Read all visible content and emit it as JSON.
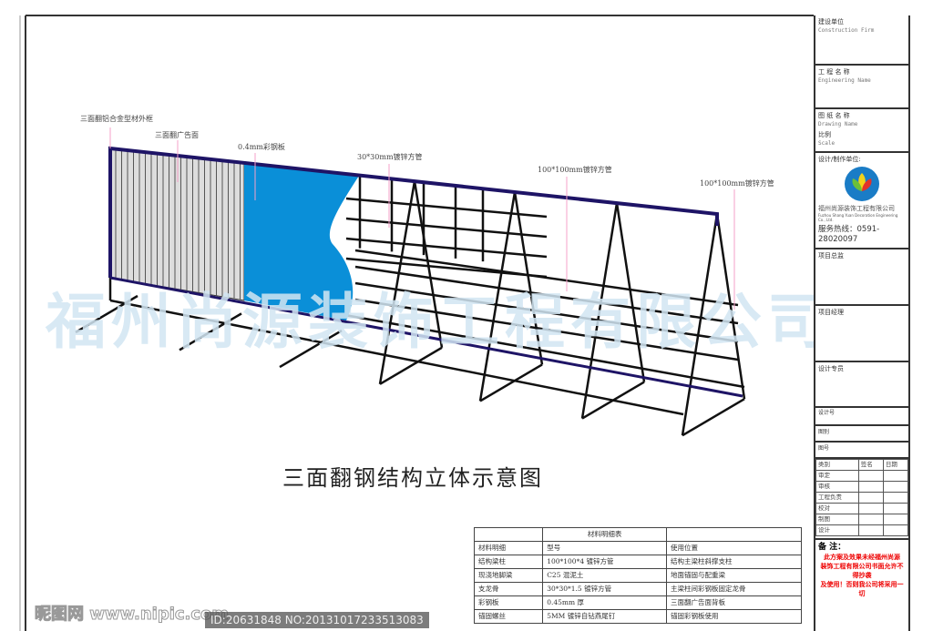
{
  "labels": {
    "frame": "三面翻铝合金型材外框",
    "face": "三面翻广告面",
    "steel_sheet": "0.4mm彩钢板",
    "tube30": "30*30mm镀锌方管",
    "tube100a": "100*100mm镀锌方管",
    "tube100b": "100*100mm镀锌方管"
  },
  "title": "三面翻钢结构立体示意图",
  "watermark": "福州尚源装饰工程有限公司",
  "table": {
    "caption": "材料明细表",
    "header": [
      "材料明细",
      "型号",
      "使用位置"
    ],
    "rows": [
      [
        "结构梁柱",
        "100*100*4 镀锌方管",
        "结构主梁柱斜撑支柱"
      ],
      [
        "现浇地脚梁",
        "C25 混泥土",
        "地面锚固与配重梁"
      ],
      [
        "支龙骨",
        "30*30*1.5 镀锌方管",
        "主梁柱间彩钢板固定龙骨"
      ],
      [
        "彩钢板",
        "0.45mm 厚",
        "三面翻广告面背板"
      ],
      [
        "锚固螺丝",
        "5MM 镀锌自钻燕尾钉",
        "锚固彩钢板使用"
      ]
    ]
  },
  "panel": {
    "construction_firm": "建设单位",
    "construction_firm_en": "Construction Firm",
    "engineering_name": "工 程 名 称",
    "engineering_name_en": "Engineering Name",
    "drawing_name": "图 纸 名 称",
    "drawing_name_en": "Drawing Name",
    "scale": "比例",
    "scale_en": "Scale",
    "designer_unit": "设计/制作单位:",
    "company": "福州尚源装饰工程有限公司",
    "company_en": "Fuzhou Shang Yuan Decoration Engineering Co., Ltd.",
    "hotline": "服务热线：0591-28020097",
    "project_director": "项目总监",
    "project_manager": "项目经理",
    "design_specialist": "设计专员",
    "design_no": "设计号",
    "drawing_type": "图别",
    "drawing_no": "图号",
    "sign_header": [
      "类别",
      "签名",
      "日期"
    ],
    "sign_rows": [
      "审定",
      "审核",
      "工程负责",
      "校对",
      "制图",
      "设计"
    ],
    "remarks": "备 注：",
    "notes": [
      "此方案及效果未经福州尚源",
      "装饰工程有限公司书面允许不得抄袭",
      "及使用！否则我公司将采用一切"
    ]
  },
  "footer": {
    "site": "昵图网 www.nipic.com",
    "id": "ID:20631848 NO:20131017233513083"
  },
  "colors": {
    "blue": "#0a8fd8",
    "frame": "#1e1466",
    "watermark": "#d2e6f3"
  }
}
